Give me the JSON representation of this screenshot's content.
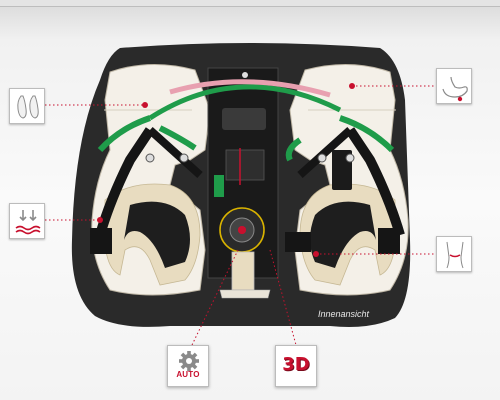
{
  "diagram": {
    "view_caption": "Innenansicht",
    "colors": {
      "shell": "#2a2a2a",
      "liner": "#f4f0e8",
      "padding": "#e8dcc0",
      "accent_red": "#c8102e",
      "lace_green": "#1f9c4a",
      "lace_pink": "#e8a0b0"
    }
  },
  "buttons": {
    "auto_label": "AUTO",
    "three_d_label": "3D"
  },
  "icons": {
    "left_top": "foot-soles-icon",
    "left_bottom": "heat-down-arrows-icon",
    "right_top": "shoe-profile-icon",
    "right_bottom": "ankle-icon",
    "bottom_auto": "gear-auto-icon",
    "bottom_3d": "three-d-icon"
  }
}
